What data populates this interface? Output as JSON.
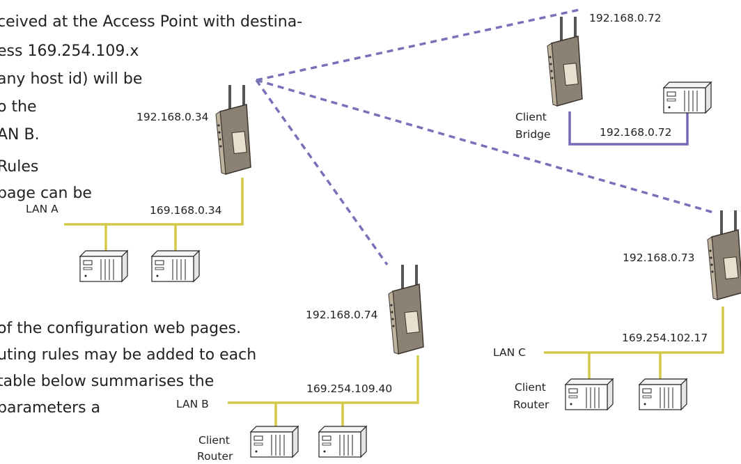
{
  "colors": {
    "lan_line": "#d4c84a",
    "wireless_link": "#7870b8",
    "bridge_line": "#7868b8",
    "router_body": "#8c8273",
    "text": "#222222"
  },
  "text_lines": [
    "ceived at the Access Point with destina-",
    "ess 169.254.109.x",
    "any host id) will be",
    "o the",
    "AN B.",
    "Rules",
    "page can be",
    "of the configuration web pages.",
    "uting rules may be added to each",
    "table below summarises the",
    "parameters a"
  ],
  "access_points": {
    "ap_left": {
      "ip_wireless": "192.168.0.34",
      "ip_lan": "169.168.0.34",
      "lan": "LAN A"
    },
    "ap_bottom": {
      "ip_wireless": "192.168.0.74",
      "ip_lan": "169.254.109.40",
      "lan": "LAN B"
    },
    "ap_top_right": {
      "ip_wireless": "192.168.0.72",
      "ip_lan": "192.168.0.72",
      "role": "Client\nBridge"
    },
    "ap_right": {
      "ip_wireless": "192.168.0.73",
      "ip_lan": "169.254.102.17",
      "lan": "LAN C"
    }
  },
  "device_labels": {
    "client_router_b": [
      "Client",
      "Router"
    ],
    "client_router_c": [
      "Client",
      "Router"
    ],
    "client_bridge": [
      "Client",
      "Bridge"
    ]
  }
}
